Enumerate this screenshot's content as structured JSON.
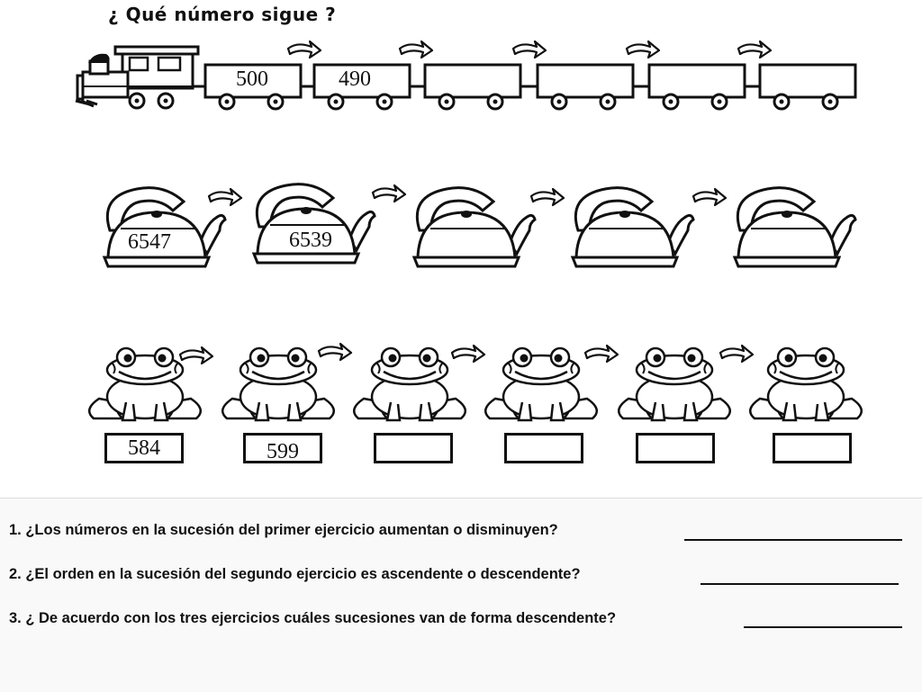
{
  "title": "¿ Qué número sigue ?",
  "train": {
    "cars": [
      "500",
      "490",
      "",
      "",
      "",
      ""
    ]
  },
  "kettles": {
    "values": [
      "6547",
      "6539",
      "",
      "",
      "",
      ""
    ]
  },
  "frogs": {
    "values": [
      "584",
      "599",
      "",
      "",
      "",
      ""
    ]
  },
  "questions": [
    {
      "text": "1. ¿Los números en la sucesión del primer ejercicio aumentan o disminuyen?"
    },
    {
      "text": "2. ¿El orden en la sucesión del segundo ejercicio es ascendente o descendente?"
    },
    {
      "text": "3. ¿ De acuerdo con los tres ejercicios cuáles sucesiones van de forma descendente?"
    }
  ]
}
